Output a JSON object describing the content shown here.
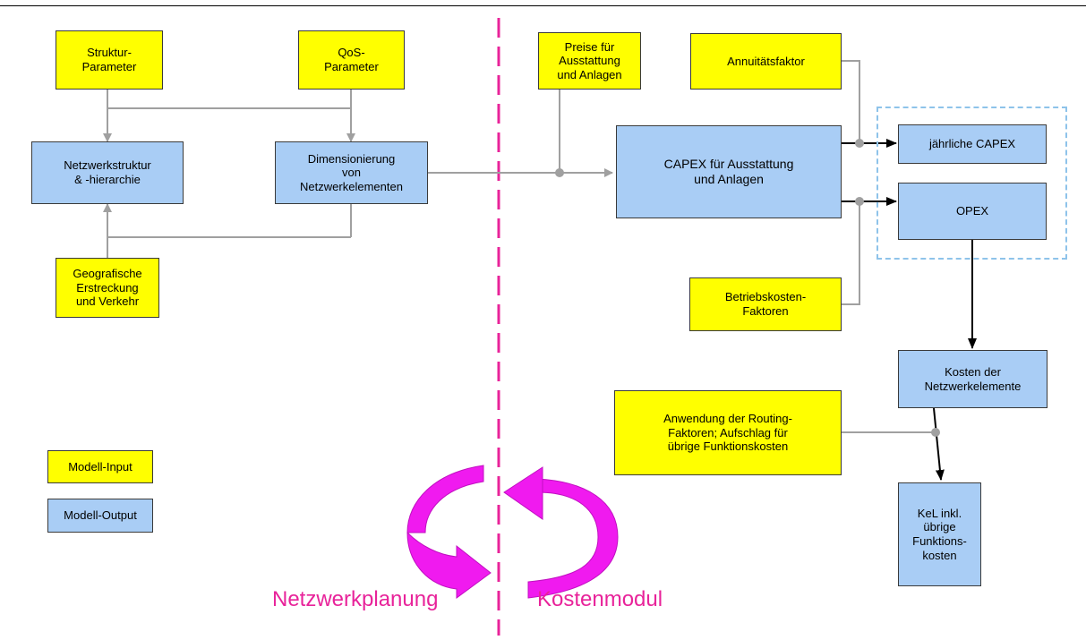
{
  "colors": {
    "input": "#ffff00",
    "output": "#a9cdf5",
    "accent": "#e8239a",
    "line": "#a0a0a0"
  },
  "nodes": {
    "struktur": "Struktur-\nParameter",
    "qos": "QoS-\nParameter",
    "netzstruktur": "Netzwerkstruktur\n& -hierarchie",
    "dimensionierung": "Dimensionierung\nvon\nNetzwerkelementen",
    "geografie": "Geografische\nErstreckung\nund Verkehr",
    "preise": "Preise für\nAusstattung\nund Anlagen",
    "annuitaet": "Annuitätsfaktor",
    "capex": "CAPEX für Ausstattung\nund Anlagen",
    "jaehrliche_capex": "jährliche CAPEX",
    "opex": "OPEX",
    "betriebskosten": "Betriebskosten-\nFaktoren",
    "kosten_netz": "Kosten der\nNetzwerkelemente",
    "routing": "Anwendung der Routing-\nFaktoren; Aufschlag für\nübrige Funktionskosten",
    "kel": "KeL inkl.\nübrige\nFunktions-\nkosten"
  },
  "legend": {
    "input_label": "Modell-Input",
    "output_label": "Modell-Output"
  },
  "captions": {
    "left": "Netzwerkplanung",
    "right": "Kostenmodul"
  }
}
